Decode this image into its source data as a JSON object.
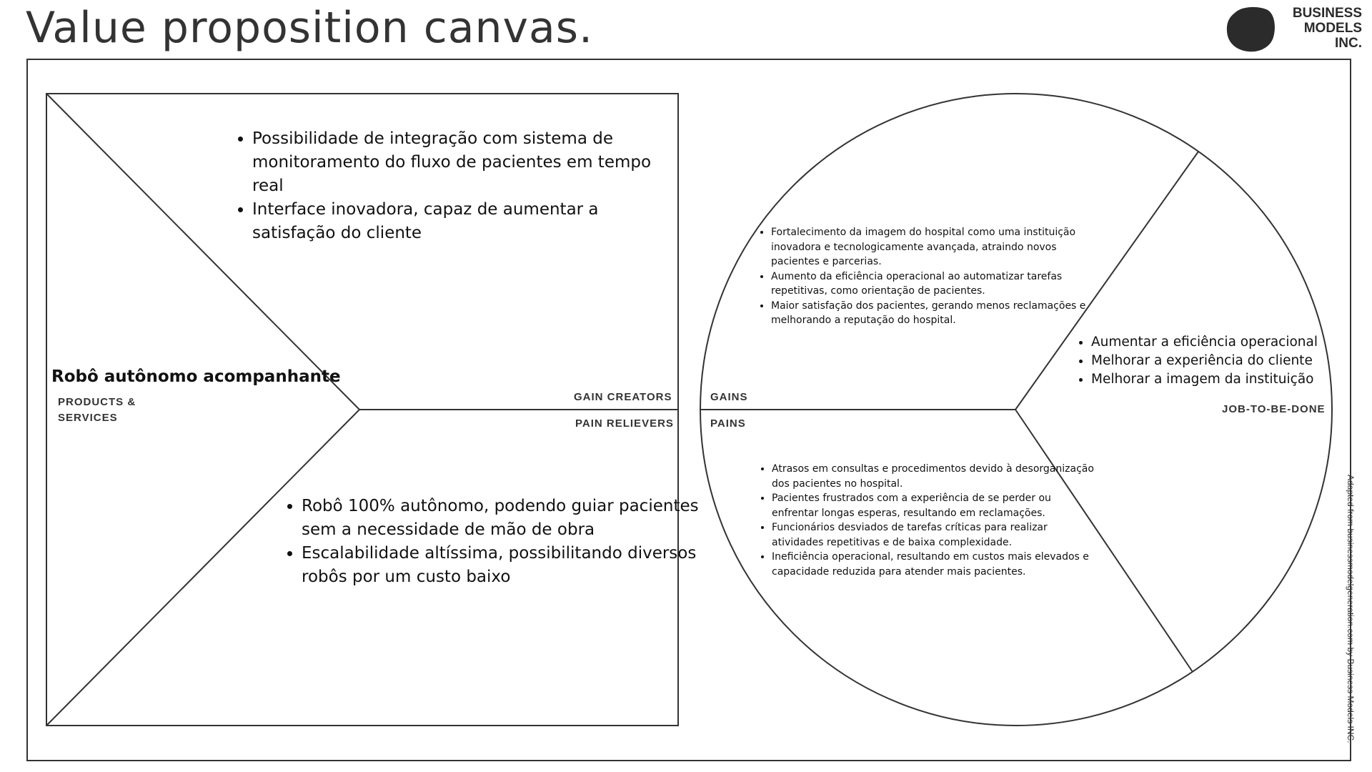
{
  "title": "Value proposition canvas.",
  "logo": {
    "lines": [
      "BUSINESS",
      "MODELS",
      "INC."
    ]
  },
  "product": {
    "title": "Robô autônomo acompanhante",
    "label_line1": "PRODUCTS &",
    "label_line2": "SERVICES",
    "gain_creators_label": "GAIN CREATORS",
    "pain_relievers_label": "PAIN RELIEVERS",
    "gain_creators": [
      "Possibilidade de integração com sistema de monitoramento do fluxo de pacientes em tempo real",
      "Interface inovadora, capaz de aumentar a satisfação do cliente"
    ],
    "pain_relievers": [
      "Robô 100% autônomo, podendo guiar pacientes sem a necessidade de mão de obra",
      "Escalabilidade altíssima, possibilitando diversos robôs por um custo baixo"
    ]
  },
  "customer": {
    "gains_label": "GAINS",
    "pains_label": "PAINS",
    "jobs_label": "JOB-TO-BE-DONE",
    "gains": [
      "Fortalecimento da imagem do hospital como uma instituição inovadora e tecnologicamente avançada, atraindo novos pacientes e parcerias.",
      "Aumento da eficiência operacional ao automatizar tarefas repetitivas, como orientação de pacientes.",
      "Maior satisfação dos pacientes, gerando menos reclamações e melhorando a reputação do hospital."
    ],
    "pains": [
      "Atrasos em consultas e procedimentos devido à desorganização dos pacientes no hospital.",
      "Pacientes frustrados com a experiência de se perder ou enfrentar longas esperas, resultando em reclamações.",
      "Funcionários desviados de tarefas críticas para realizar atividades repetitivas e de baixa complexidade.",
      "Ineficiência operacional, resultando em custos mais elevados e capacidade reduzida para atender mais pacientes."
    ],
    "jobs": [
      "Aumentar a eficiência operacional",
      "Melhorar a experiência do cliente",
      "Melhorar a imagem da instituição"
    ]
  },
  "credit": "Adapted from businessmodelgeneration.com by Business Models INC."
}
